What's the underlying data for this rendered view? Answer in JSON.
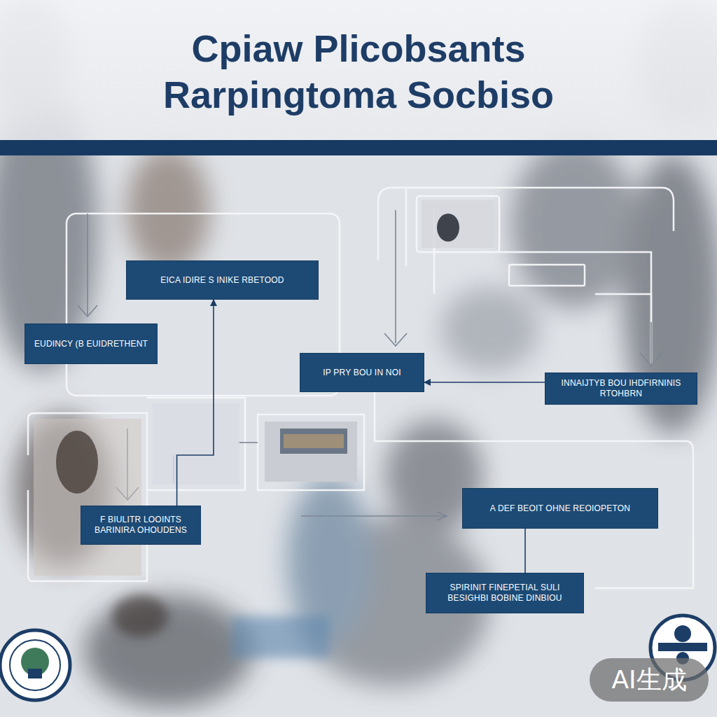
{
  "diagram": {
    "title": "Cpiaw Plicobsants Rarpingtoma Socbiso",
    "nodes": [
      {
        "text": [
          "EICA IDIRE S INIKE RBETOOD"
        ]
      },
      {
        "text": [
          "EUDINCY (B EUIDRETHENT"
        ]
      },
      {
        "text": [
          "IP PRY BOU IN NOI"
        ]
      },
      {
        "text": [
          "INNAIJTYB BOU IHDFIRNINIS RTOHBRN"
        ]
      },
      {
        "text": [
          "F BIULITR LOOINTS BARINIRA OHOUDENS"
        ]
      },
      {
        "text": [
          "A DEF BEOIT OHNE REOIOPETON"
        ]
      },
      {
        "text": [
          "SPIRINIT FINEPETIAL SULI BESIGHBI BOBINE DINBIOU"
        ]
      }
    ],
    "edges": [
      {
        "from": 3,
        "to": 2,
        "arrow": "to"
      },
      {
        "from": 4,
        "to": 0,
        "arrow": "to"
      },
      {
        "from": 5,
        "to": 6,
        "arrow": "none"
      }
    ],
    "labels": [
      "AI生成"
    ]
  }
}
